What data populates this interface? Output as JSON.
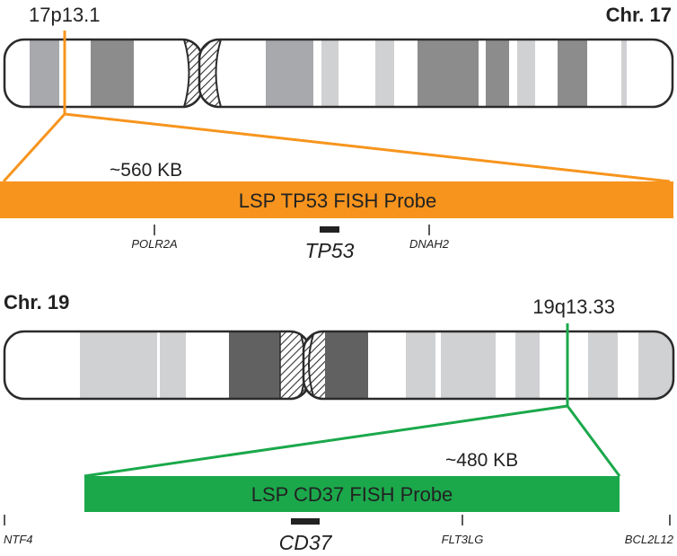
{
  "colors": {
    "orange": "#F7941D",
    "green": "#1BA84B",
    "band_dark": "#616161",
    "band_mid": "#8C8C8C",
    "band_light": "#A8A9AD",
    "band_pale": "#D0D1D3",
    "outline": "#2b2b2b"
  },
  "chr17": {
    "label": "Chr. 17",
    "locus": "17p13.1",
    "size": "~560 KB",
    "probe": "LSP TP53 FISH Probe",
    "target_gene": "TP53",
    "flank_left": "POLR2A",
    "flank_right": "DNAH2"
  },
  "chr19": {
    "label": "Chr. 19",
    "locus": "19q13.33",
    "size": "~480 KB",
    "probe": "LSP CD37 FISH Probe",
    "target_gene": "CD37",
    "markers": [
      "NTF4",
      "FLT3LG",
      "BCL2L12"
    ]
  }
}
